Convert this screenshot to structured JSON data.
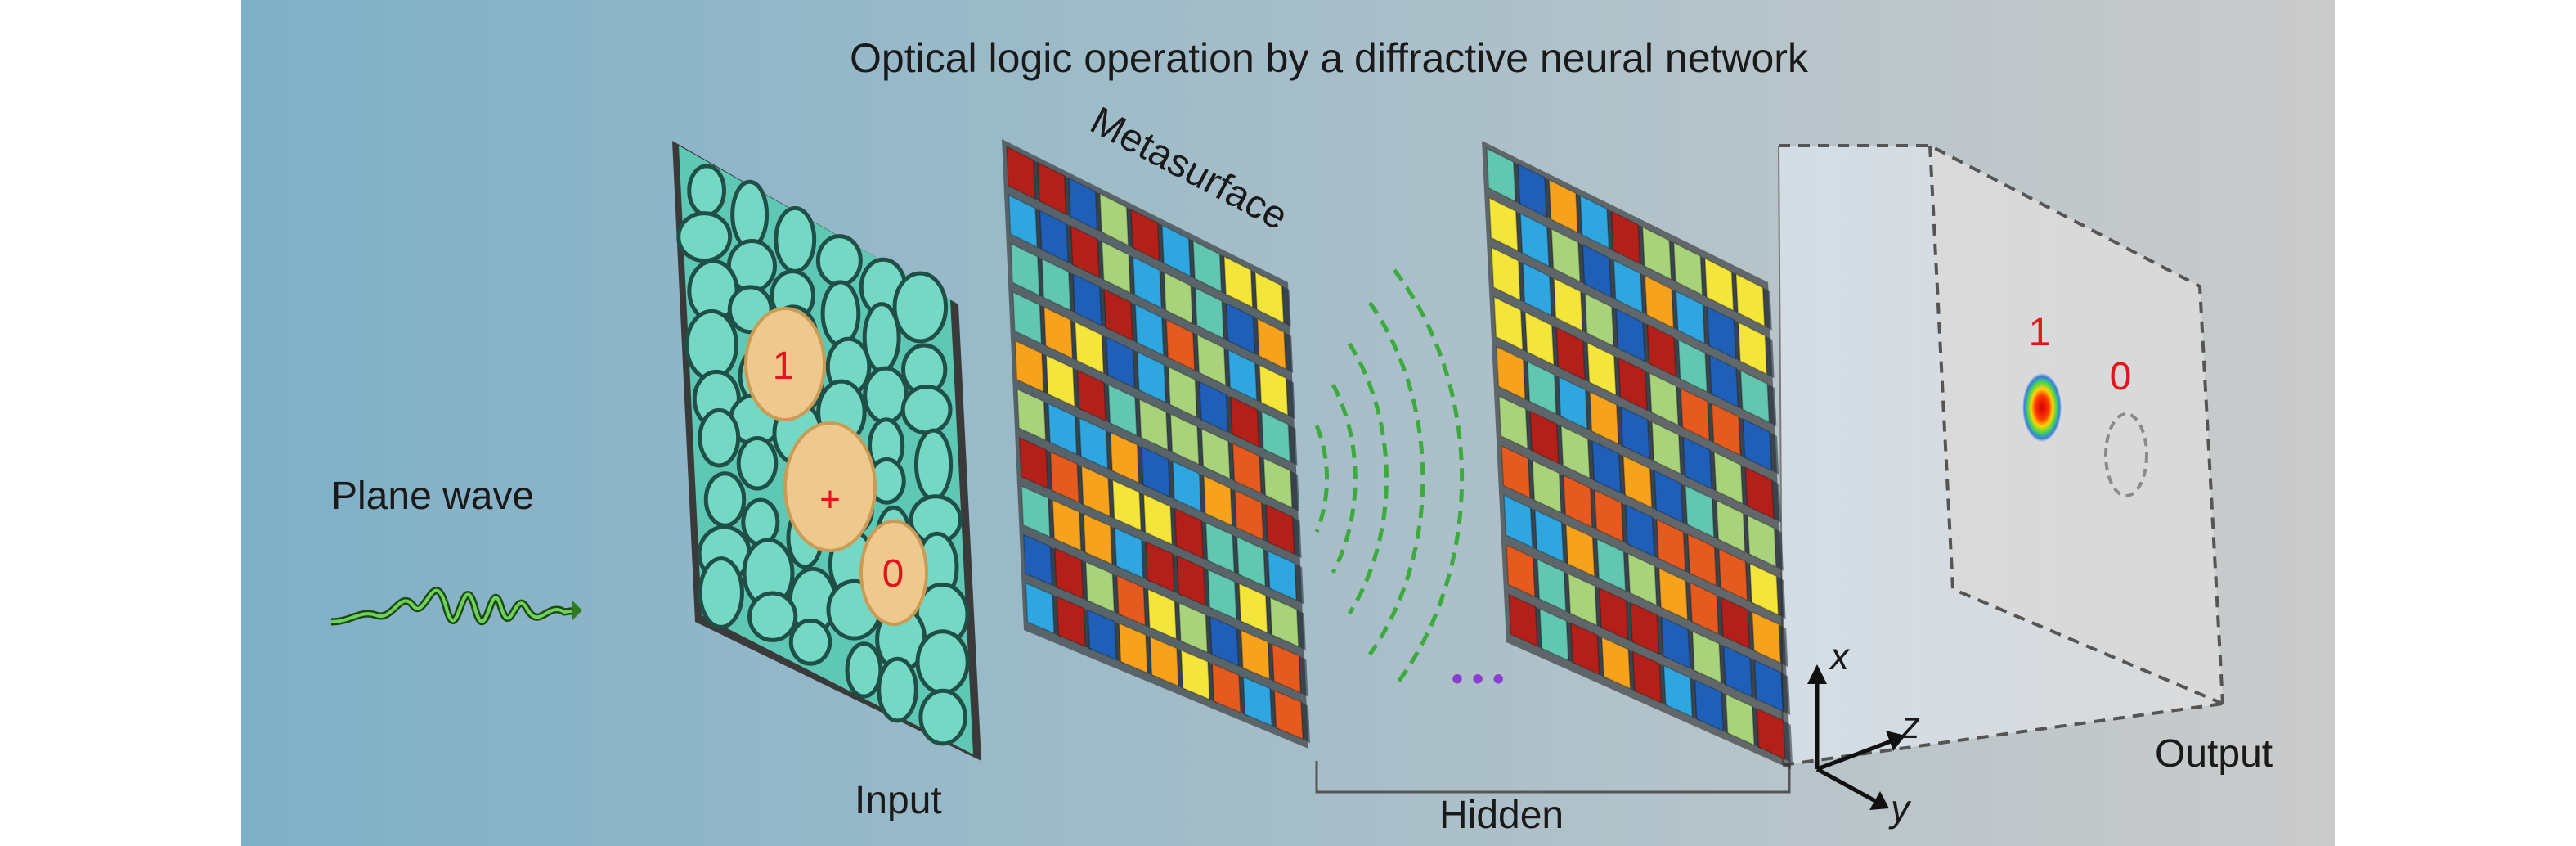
{
  "title": "Optical logic operation by a diffractive neural network",
  "labels": {
    "plane_wave": "Plane wave",
    "input": "Input",
    "metasurface": "Metasurface",
    "hidden": "Hidden",
    "output": "Output",
    "ellipsis": "• • •"
  },
  "input_digits": {
    "first": "1",
    "operator": "+",
    "second": "0"
  },
  "output_digits": {
    "one": "1",
    "zero": "0"
  },
  "axes": {
    "x": "x",
    "y": "y",
    "z": "z"
  },
  "colors": {
    "background_left": "#7fb0c6",
    "background_right": "#c9c9c9",
    "input_cell": "#6fd3c0",
    "input_highlight": "#f1c98a",
    "digit_red": "#e3141b",
    "wave_green": "#3aa53a",
    "ellipsis_purple": "#8a3fd1",
    "palette": [
      "#1f5fb8",
      "#2fa6df",
      "#62c7b0",
      "#a8d37a",
      "#f4e53a",
      "#f7a21c",
      "#e55a1f",
      "#b3201a"
    ]
  }
}
